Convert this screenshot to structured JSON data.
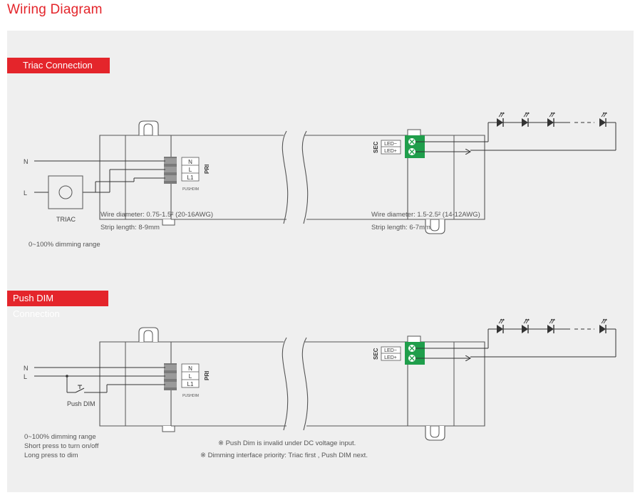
{
  "page_title": "Wiring Diagram",
  "sections": {
    "triac": {
      "label": "Triac Connection",
      "input_n": "N",
      "input_l": "L",
      "triac_label": "TRIAC",
      "pri_wire_diameter": "Wire diameter: 0.75-1.5² (20-16AWG)",
      "pri_strip_length": "Strip length: 8-9mm",
      "sec_wire_diameter": "Wire diameter: 1.5-2.5² (14-12AWG)",
      "sec_strip_length": "Strip length: 6-7mm",
      "range_note": "0~100% dimming range"
    },
    "push": {
      "label": "Push DIM Connection",
      "input_n": "N",
      "input_l": "L",
      "push_label": "Push DIM",
      "notes": [
        "0~100% dimming range",
        "Short press to turn on/off",
        "Long press to dim"
      ],
      "footnote_1": "※  Push Dim is invalid under DC voltage input.",
      "footnote_2": "※  Dimming interface priority: Triac first , Push DIM next."
    }
  },
  "terminal": {
    "pri_labels": [
      "N",
      "L",
      "L1"
    ],
    "pri_side": "PRI",
    "pushdim_text": "PUSHDIM",
    "sec_labels": [
      "LED−",
      "LED+"
    ],
    "sec_side": "SEC"
  },
  "colors": {
    "accent": "#e4252b",
    "terminal_green": "#1f9e4b",
    "line": "#333333"
  }
}
